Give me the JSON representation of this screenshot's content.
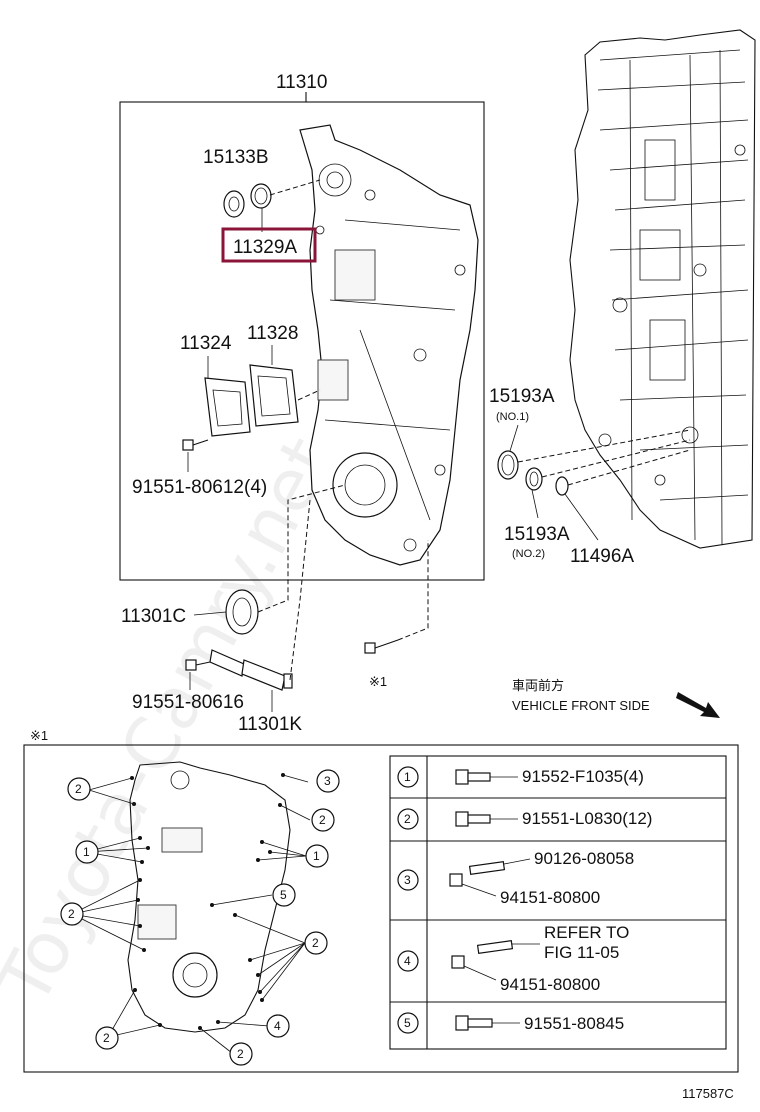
{
  "watermark": "Toyota-Camry.net",
  "labels": {
    "p11310": "11310",
    "p15133b": "15133B",
    "p11329a": "11329A",
    "p11324": "11324",
    "p11328": "11328",
    "p91551_80612": "91551-80612(4)",
    "p15193a_1": "15193A",
    "p15193a_1_note": "(NO.1)",
    "p15193a_2": "15193A",
    "p15193a_2_note": "(NO.2)",
    "p11496a": "11496A",
    "p11301c": "11301C",
    "p91551_80616": "91551-80616",
    "p11301k": "11301K",
    "ref_mark": "※1",
    "front_jp": "車両前方",
    "front_en": "VEHICLE FRONT SIDE",
    "detail_mark": "※1",
    "figure_code": "117587C"
  },
  "highlight_color": "#8a1538",
  "table": [
    {
      "no": "1",
      "parts": [
        "91552-F1035(4)"
      ]
    },
    {
      "no": "2",
      "parts": [
        "91551-L0830(12)"
      ]
    },
    {
      "no": "3",
      "parts": [
        "90126-08058",
        "94151-80800"
      ]
    },
    {
      "no": "4",
      "parts": [
        "REFER TO",
        "FIG 11-05",
        "94151-80800"
      ]
    },
    {
      "no": "5",
      "parts": [
        "91551-80845"
      ]
    }
  ],
  "callouts": [
    "2",
    "3",
    "2",
    "1",
    "1",
    "5",
    "2",
    "2",
    "2",
    "4",
    "2"
  ]
}
